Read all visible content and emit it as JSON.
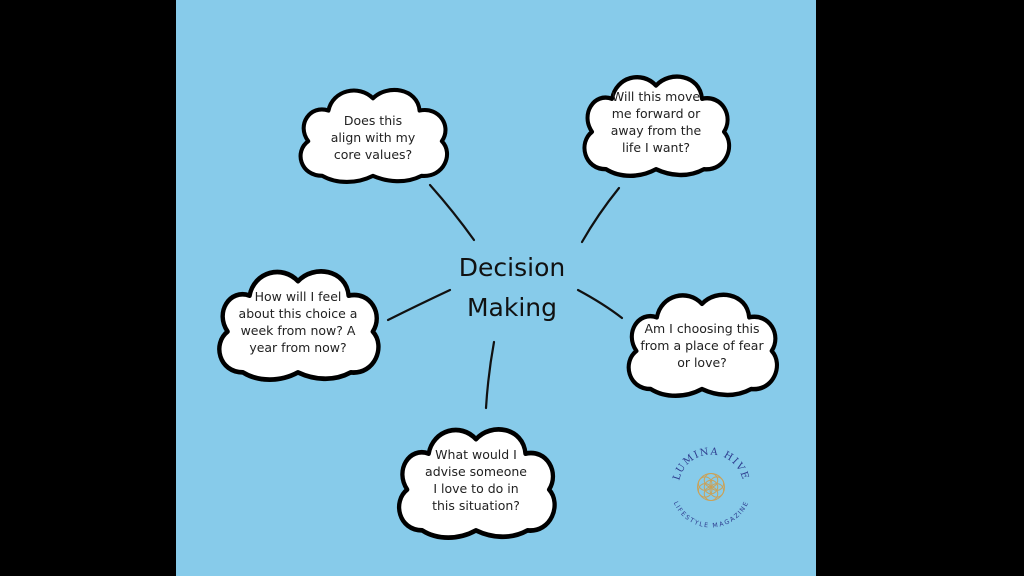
{
  "diagram": {
    "center": "Decision\nMaking",
    "bubbles": [
      {
        "id": "core-values",
        "text": "Does this\nalign with my\ncore values?"
      },
      {
        "id": "move-forward",
        "text": "Will this move\nme forward or\naway from the\nlife I want?"
      },
      {
        "id": "feel-later",
        "text": "How will I feel\nabout this choice a\nweek from now? A\nyear from now?"
      },
      {
        "id": "fear-or-love",
        "text": "Am I choosing this\nfrom a place of fear\nor love?"
      },
      {
        "id": "advise-someone",
        "text": "What would I\nadvise someone\nI love to do in\nthis situation?"
      }
    ]
  },
  "logo": {
    "top_text": "LUMINA HIVE",
    "bottom_text": "LIFESTYLE MAGAZINE",
    "color": "#c9a25a"
  },
  "colors": {
    "background": "#87cbea",
    "frame": "#000000",
    "cloud_fill": "#ffffff"
  }
}
